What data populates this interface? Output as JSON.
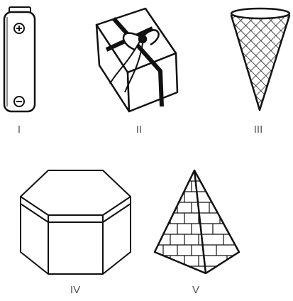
{
  "figure": {
    "labels": {
      "battery": "I",
      "gift": "II",
      "cone": "III",
      "hexagonal_box": "IV",
      "pyramid": "V"
    },
    "battery_symbols": {
      "top": "+",
      "bottom": "−"
    }
  }
}
